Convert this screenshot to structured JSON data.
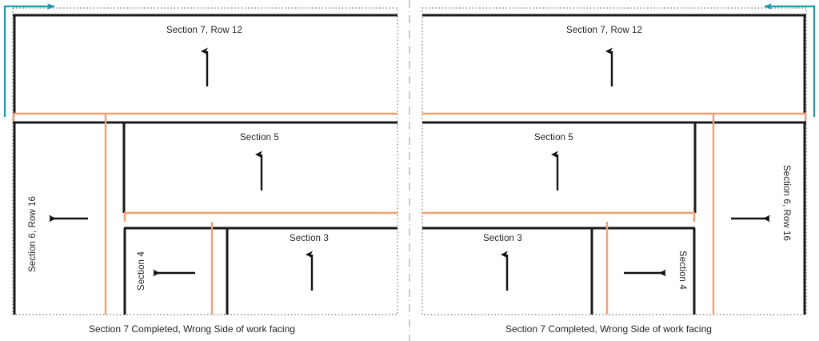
{
  "diagram": {
    "type": "knitting-construction-schematic",
    "title_visible": false,
    "colors": {
      "outline_black": "#1a1a1a",
      "guide_orange": "#f0a070",
      "flow_teal": "#2196ab",
      "boundary_dotted": "#808080",
      "center_divider": "#9a9a9a",
      "text": "#231f20",
      "background": "#ffffff"
    },
    "panels": [
      {
        "id": "left-panel",
        "name": "left-panel",
        "caption": "Section 7 Completed, Wrong Side of work facing",
        "flow_arrow": {
          "name": "flow-arrow-left",
          "direction": "right",
          "color": "#2196ab"
        },
        "regions": [
          {
            "name": "section-7-row-12",
            "label": "Section 7, Row 12",
            "orientation": "horizontal",
            "arrow": "up"
          },
          {
            "name": "section-6-row-16",
            "label": "Section 6, Row 16",
            "orientation": "vertical-ccw",
            "arrow": "left"
          },
          {
            "name": "section-5",
            "label": "Section 5",
            "orientation": "horizontal",
            "arrow": "up"
          },
          {
            "name": "section-4",
            "label": "Section 4",
            "orientation": "vertical-ccw",
            "arrow": "left"
          },
          {
            "name": "section-3",
            "label": "Section 3",
            "orientation": "horizontal",
            "arrow": "up"
          }
        ]
      },
      {
        "id": "right-panel",
        "name": "right-panel",
        "caption": "Section 7 Completed, Wrong Side of work facing",
        "flow_arrow": {
          "name": "flow-arrow-right",
          "direction": "left",
          "color": "#2196ab"
        },
        "regions": [
          {
            "name": "section-7-row-12",
            "label": "Section 7, Row 12",
            "orientation": "horizontal",
            "arrow": "up"
          },
          {
            "name": "section-6-row-16",
            "label": "Section 6, Row 16",
            "orientation": "vertical-cw",
            "arrow": "right"
          },
          {
            "name": "section-5",
            "label": "Section 5",
            "orientation": "horizontal",
            "arrow": "up"
          },
          {
            "name": "section-4",
            "label": "Section 4",
            "orientation": "vertical-cw",
            "arrow": "right"
          },
          {
            "name": "section-3",
            "label": "Section 3",
            "orientation": "horizontal",
            "arrow": "up"
          }
        ]
      }
    ]
  }
}
